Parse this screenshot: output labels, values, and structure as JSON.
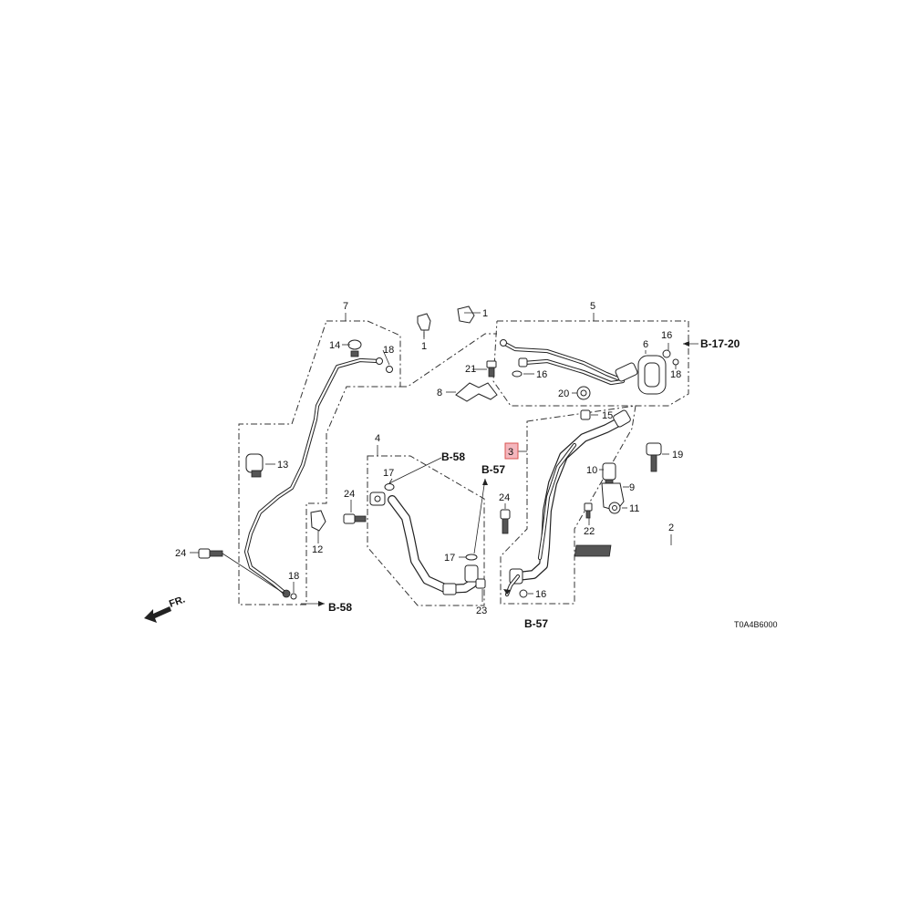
{
  "diagram_code": "T0A4B6000",
  "front_marker": "FR.",
  "callouts": {
    "c1a": "1",
    "c1b": "1",
    "c2": "2",
    "c3": "3",
    "c4": "4",
    "c5": "5",
    "c6": "6",
    "c7": "7",
    "c8": "8",
    "c9": "9",
    "c10": "10",
    "c11": "11",
    "c12": "12",
    "c13": "13",
    "c14": "14",
    "c15": "15",
    "c16a": "16",
    "c16b": "16",
    "c16c": "16",
    "c17a": "17",
    "c17b": "17",
    "c18a": "18",
    "c18b": "18",
    "c18c": "18",
    "c19": "19",
    "c20": "20",
    "c21": "21",
    "c22": "22",
    "c23": "23",
    "c24a": "24",
    "c24b": "24",
    "c24c": "24"
  },
  "refs": {
    "b17_20": "B-17-20",
    "b58_top": "B-58",
    "b57_top": "B-57",
    "b58_bottom": "B-58",
    "b57_bottom": "B-57"
  },
  "highlighted_part": "3"
}
